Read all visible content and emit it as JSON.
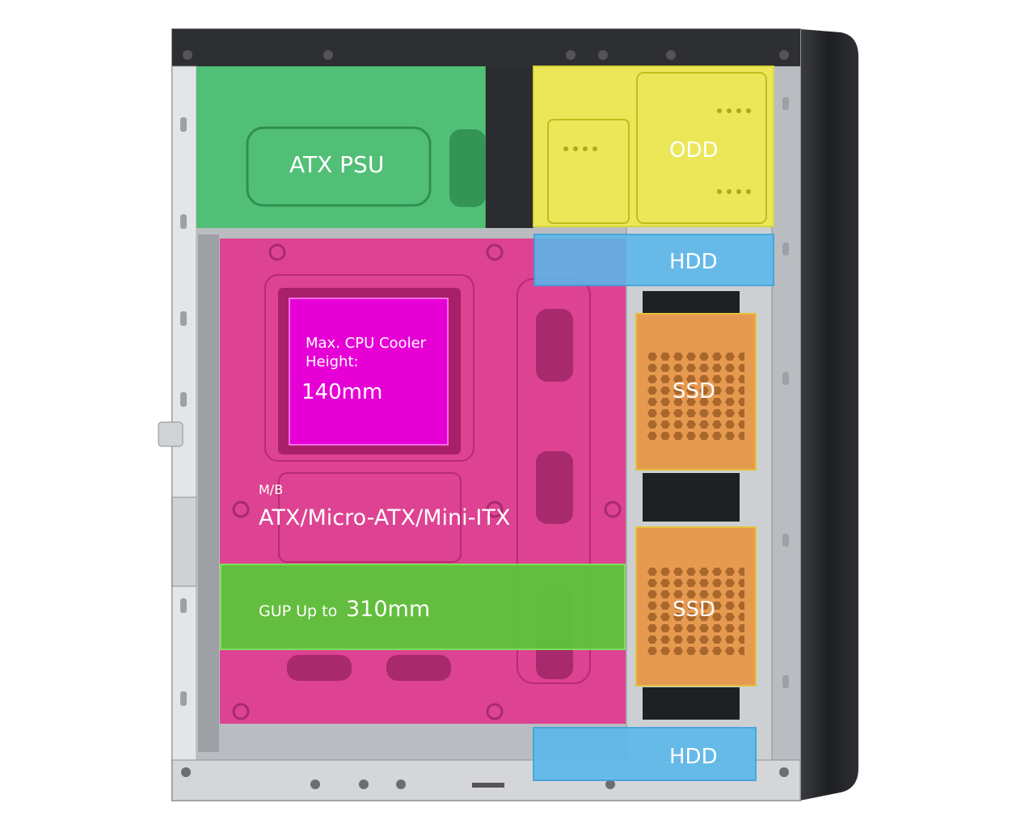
{
  "zones": {
    "psu": {
      "label": "ATX PSU"
    },
    "odd": {
      "label": "ODD"
    },
    "hdd_top": {
      "label": "HDD"
    },
    "ssd_1": {
      "label": "SSD"
    },
    "ssd_2": {
      "label": "SSD"
    },
    "hdd_bottom": {
      "label": "HDD"
    },
    "cpu_cooler": {
      "line1": "Max. CPU Cooler",
      "line2": "Height:",
      "value": "140mm"
    },
    "motherboard": {
      "label": "M/B",
      "value": "ATX/Micro-ATX/Mini-ITX"
    },
    "gpu": {
      "label": "GUP Up to",
      "value": "310mm"
    }
  },
  "colors": {
    "psu": "#3fbf6a",
    "odd": "#f2ee4a",
    "hdd": "#5ab8ea",
    "ssd": "#e69a50",
    "motherboard": "#e0388e",
    "cpu_cooler": "#e600d6",
    "gpu": "#5cc43a",
    "case_steel": "#c9ccd0",
    "case_dark": "#2a2c30"
  }
}
